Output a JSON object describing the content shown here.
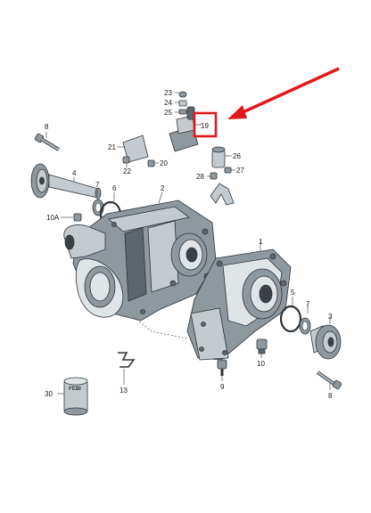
{
  "labels": {
    "p1": "1",
    "p2": "2",
    "p3": "3",
    "p4": "4",
    "p5": "5",
    "p6": "6",
    "p7a": "7",
    "p7b": "7",
    "p8a": "8",
    "p8b": "8",
    "p9": "9",
    "p10": "10",
    "p10a": "10A",
    "p13": "13",
    "p19": "19",
    "p20": "20",
    "p21": "21",
    "p22": "22",
    "p23": "23",
    "p24": "24",
    "p25": "25",
    "p26": "26",
    "p27": "27",
    "p28": "28",
    "p30": "30"
  },
  "filter_print": "FEBI",
  "colors": {
    "highlight": "#e0191d",
    "arrow": "#e0191d"
  }
}
